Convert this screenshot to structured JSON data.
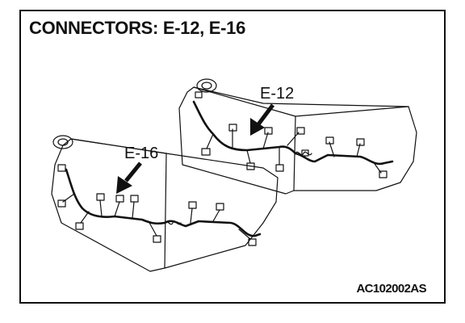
{
  "figure": {
    "title": "CONNECTORS: E-12, E-16",
    "figure_code": "AC102002AS"
  },
  "callouts": {
    "e12": "E-12",
    "e16": "E-16"
  },
  "colors": {
    "line": "#111111",
    "background": "#ffffff"
  }
}
